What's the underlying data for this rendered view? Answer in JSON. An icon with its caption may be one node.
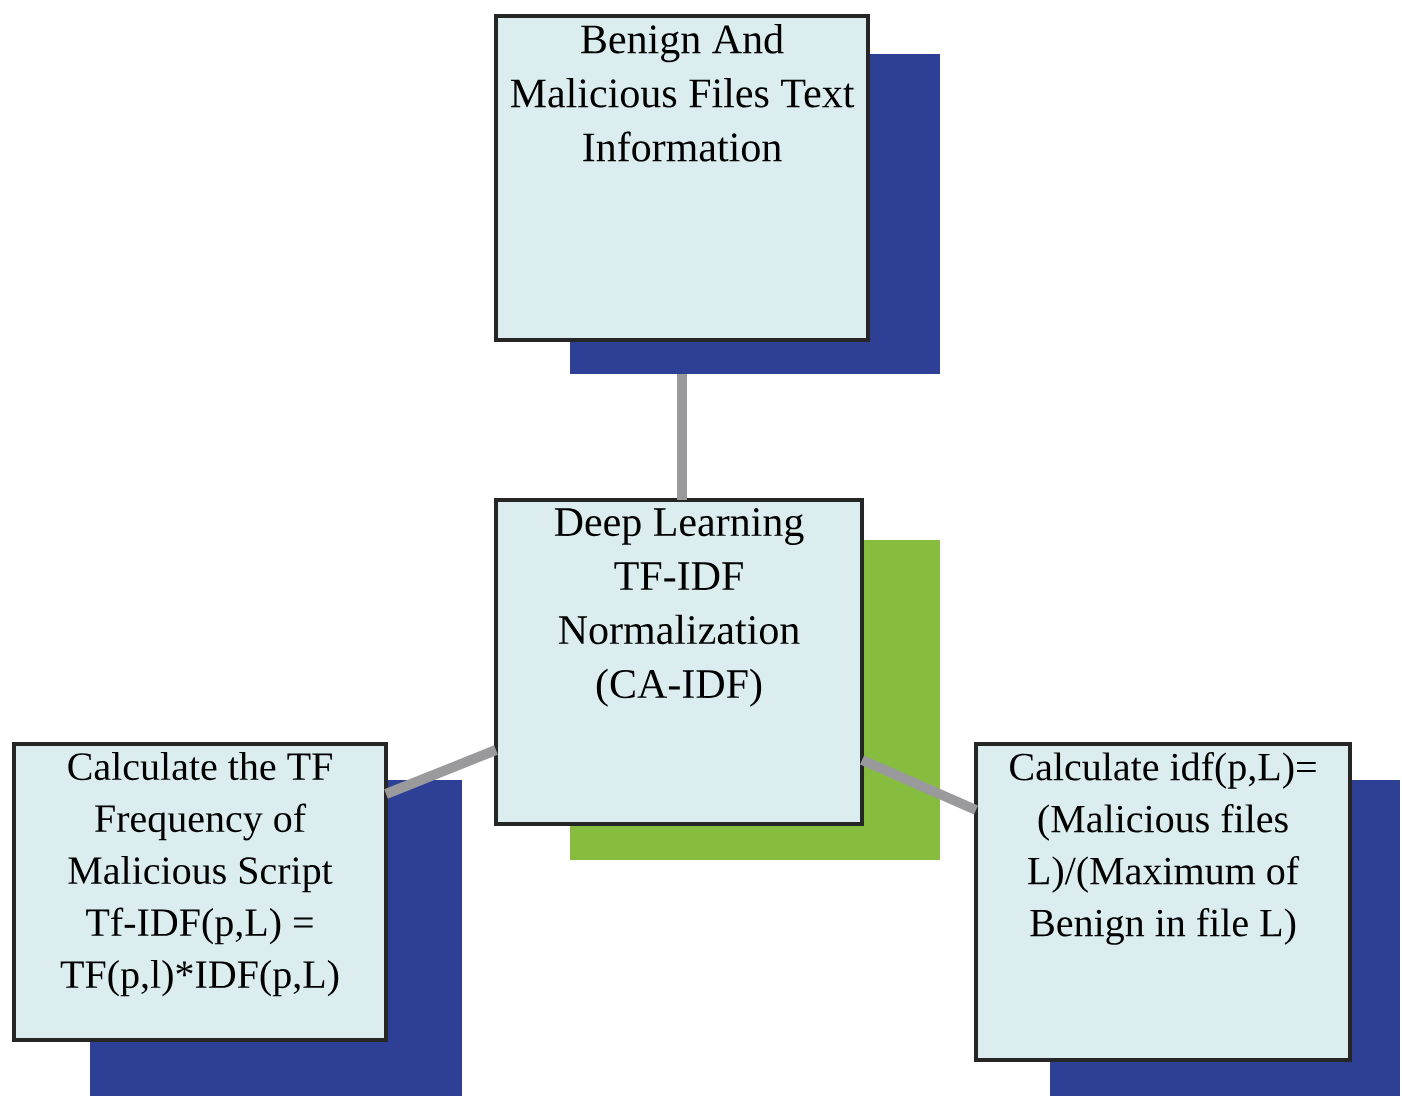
{
  "diagram": {
    "nodes": [
      {
        "text": [
          "Benign And Malicious Files Text Information"
        ]
      },
      {
        "text": [
          "Deep Learning TF-IDF Normalization (CA-IDF)"
        ]
      },
      {
        "text": [
          "Calculate the TF Frequency of Malicious Script Tf-IDF(p,L) = TF(p,l)*IDF(p,L)"
        ]
      },
      {
        "text": [
          "Calculate idf(p,L)= (Malicious files L)/(Maximum of Benign in file L)"
        ]
      }
    ],
    "edges": [
      {
        "from": 0,
        "to": 1,
        "arrow": "none"
      },
      {
        "from": 1,
        "to": 2,
        "arrow": "none"
      },
      {
        "from": 1,
        "to": 3,
        "arrow": "none"
      }
    ]
  }
}
